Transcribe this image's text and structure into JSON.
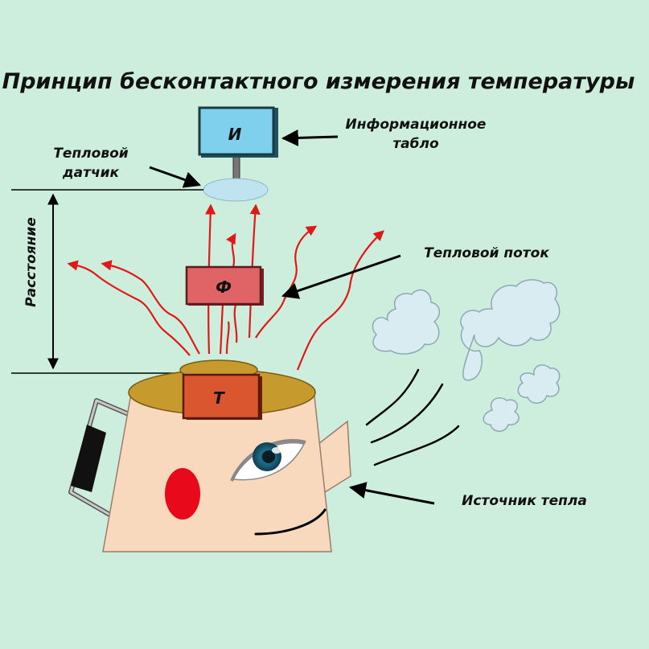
{
  "title": "Принцип бесконтактного измерения температуры",
  "labels": {
    "display_board": "Информационное табло",
    "display_board_line1": "Информационное",
    "display_board_line2": "табло",
    "heat_sensor_line1": "Тепловой",
    "heat_sensor_line2": "датчик",
    "distance": "Расстояние",
    "heat_flow": "Тепловой поток",
    "heat_source": "Источник тепла"
  },
  "boxes": {
    "indicator": "И",
    "filter": "Ф",
    "temperature": "Т"
  },
  "colors": {
    "background": "#cdeedd",
    "indicator_box": "#7fd0ec",
    "filter_box": "#e06466",
    "temperature_box": "#d9562f",
    "sensor_lens": "#bfe3ef",
    "heat_lines": "#e01818",
    "kettle_body": "#f9d9bd",
    "kettle_lid": "#c79a2e",
    "cheek": "#e8091b",
    "steam": "#d8ecf2",
    "iris": "#1e6f8a"
  }
}
